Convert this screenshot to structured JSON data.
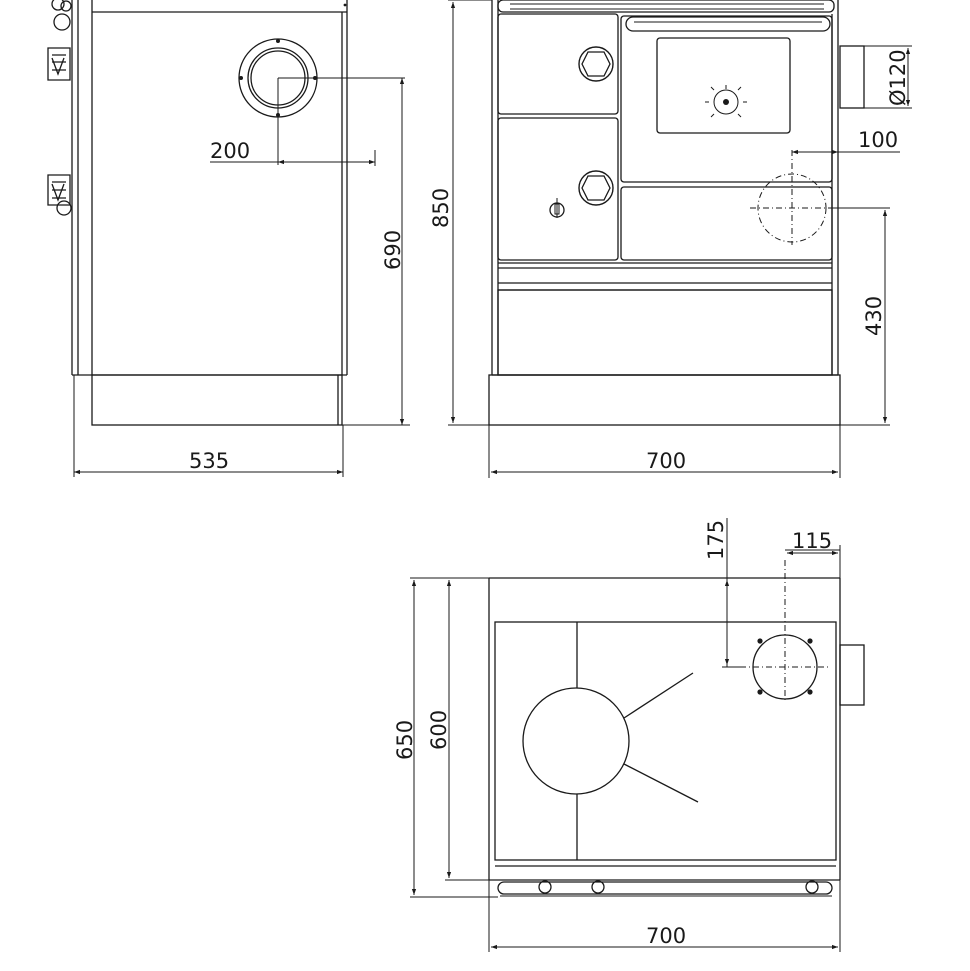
{
  "dimensions": {
    "side_depth": "535",
    "front_width": "700",
    "total_height": "850",
    "flue_height_side": "690",
    "flue_offset_side": "200",
    "flue_offset_front": "100",
    "flue_diameter": "Ø120",
    "flue_height_front": "430",
    "top_depth_total": "650",
    "top_depth_body": "600",
    "flue_offset_top_y": "175",
    "flue_offset_top_x": "115",
    "top_width": "700"
  }
}
